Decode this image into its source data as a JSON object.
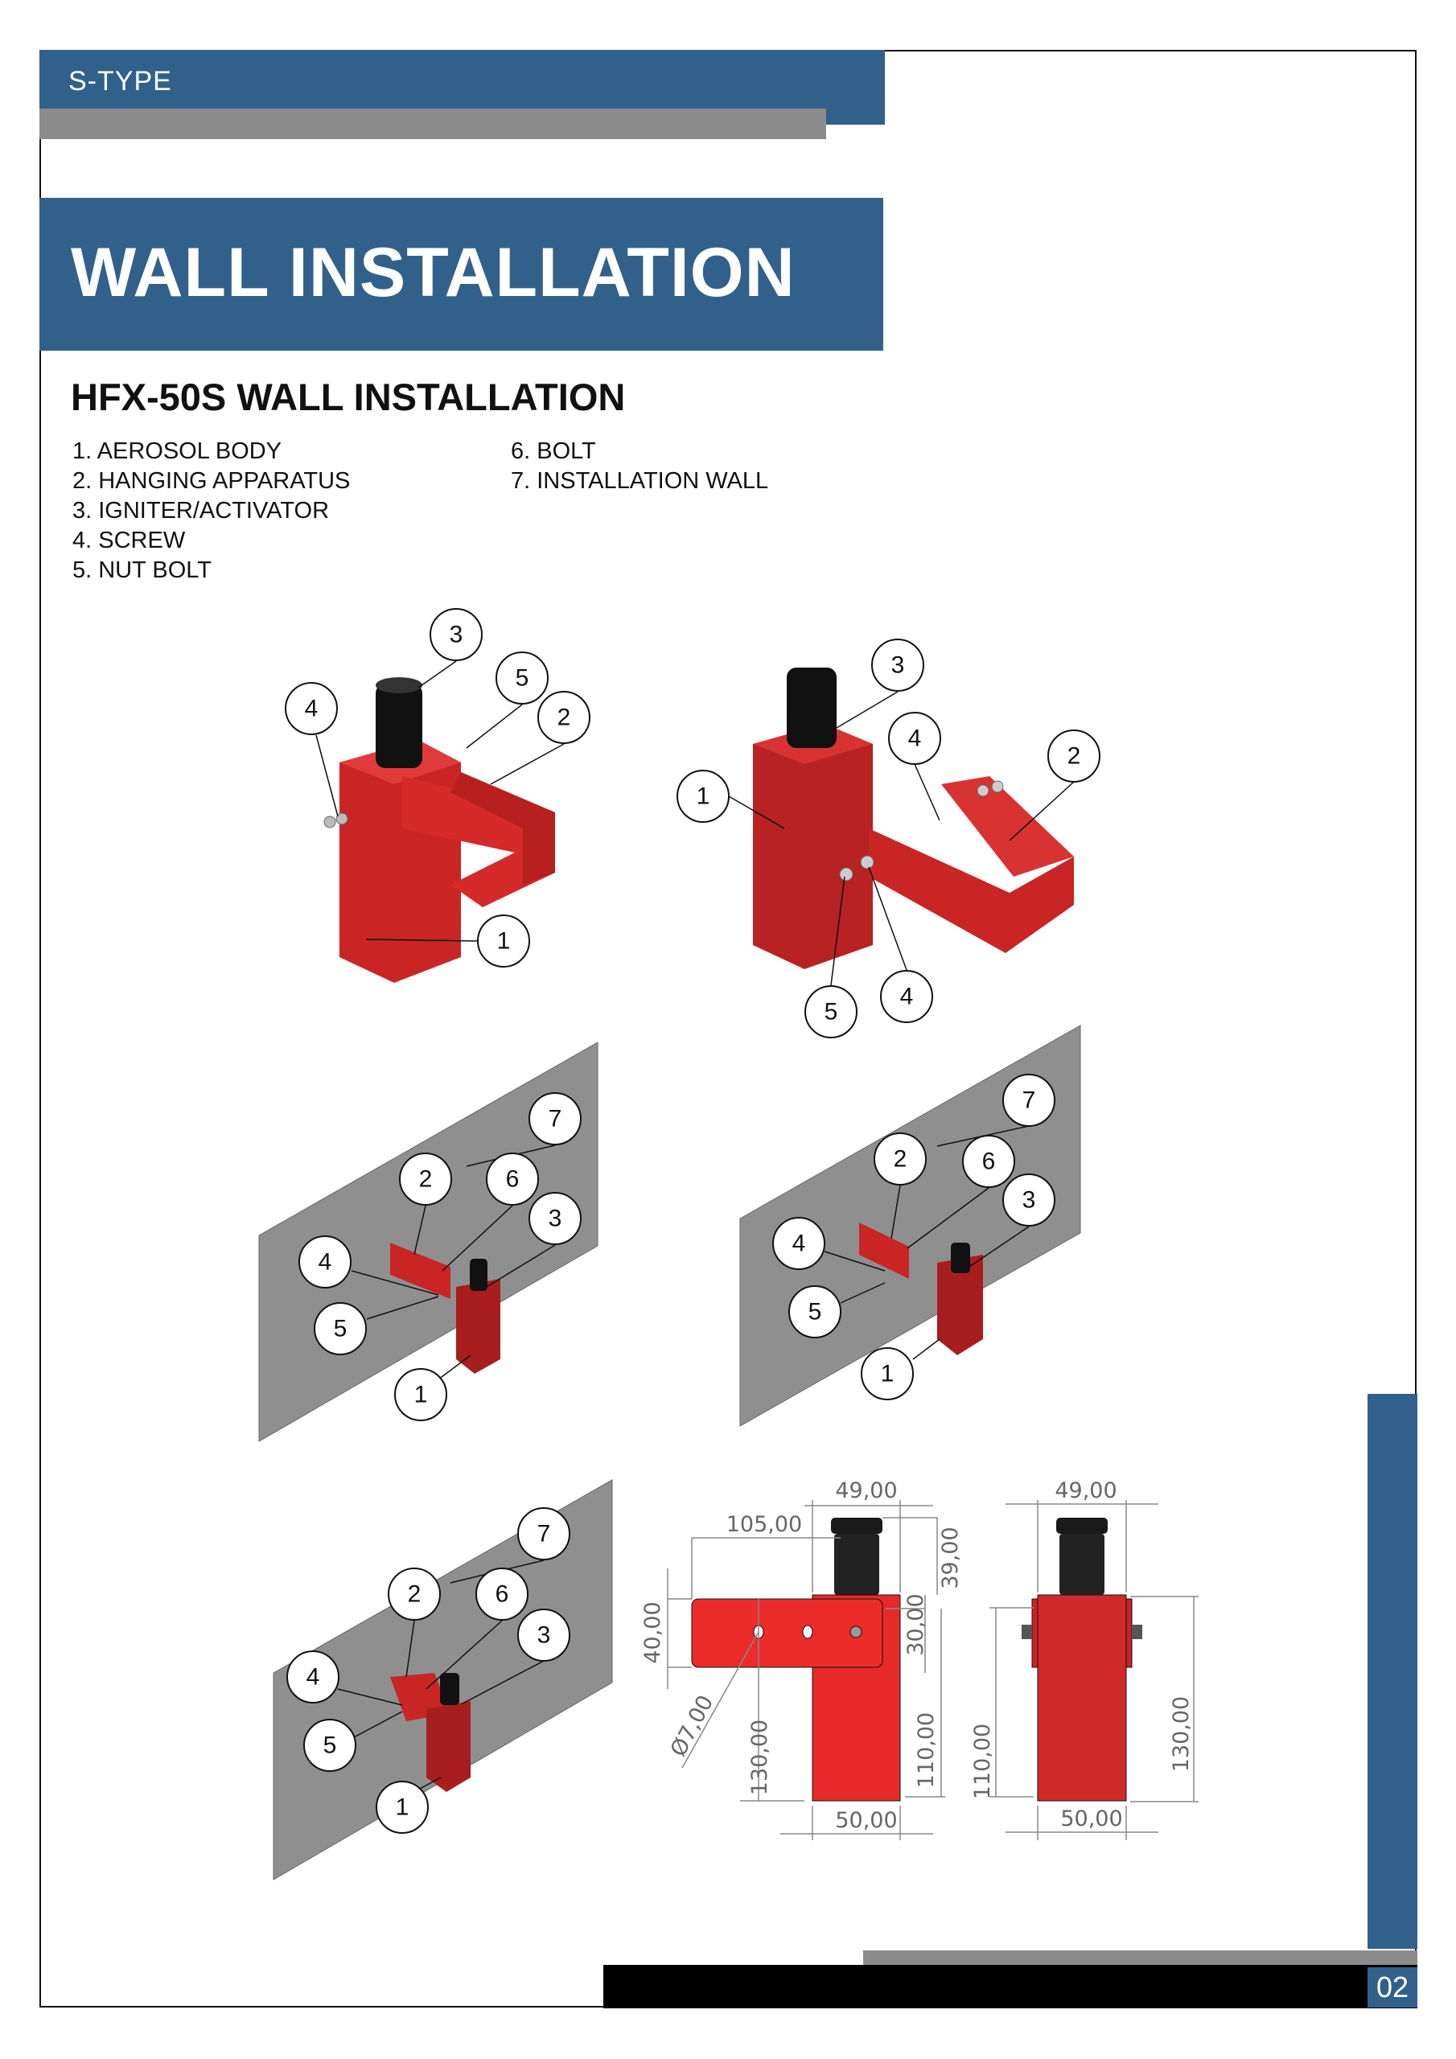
{
  "header": {
    "section": "S-TYPE",
    "title": "WALL INSTALLATION"
  },
  "subtitle": "HFX-50S WALL INSTALLATION",
  "parts_col1": [
    "1. AEROSOL BODY",
    "2. HANGING APPARATUS",
    "3. IGNITER/ACTIVATOR",
    "4. SCREW",
    "5. NUT BOLT"
  ],
  "parts_col2": [
    "6. BOLT",
    "7. INSTALLATION WALL"
  ],
  "figures": {
    "exploded_1": [
      "3",
      "5",
      "2",
      "4",
      "1"
    ],
    "exploded_2": [
      "3",
      "4",
      "2",
      "1",
      "5",
      "4"
    ],
    "wall_1": [
      "7",
      "2",
      "6",
      "3",
      "4",
      "5",
      "1"
    ],
    "wall_2": [
      "7",
      "2",
      "6",
      "3",
      "4",
      "5",
      "1"
    ],
    "wall_3": [
      "7",
      "2",
      "6",
      "3",
      "4",
      "5",
      "1"
    ]
  },
  "dimensions": {
    "front": {
      "top_width": "49,00",
      "bracket_length": "105,00",
      "igniter_height": "39,00",
      "bracket_height": "40,00",
      "offset": "30,00",
      "hole": "Ø7,00",
      "total_height": "130,00",
      "body_height": "110,00",
      "body_width": "50,00"
    },
    "side": {
      "top_width": "49,00",
      "body_height": "110,00",
      "total_height": "130,00",
      "body_width": "50,00"
    }
  },
  "colors": {
    "brand_blue": "#31618b",
    "gray": "#8c8c8c",
    "product_red": "#e62a2a"
  },
  "page_number": "02"
}
